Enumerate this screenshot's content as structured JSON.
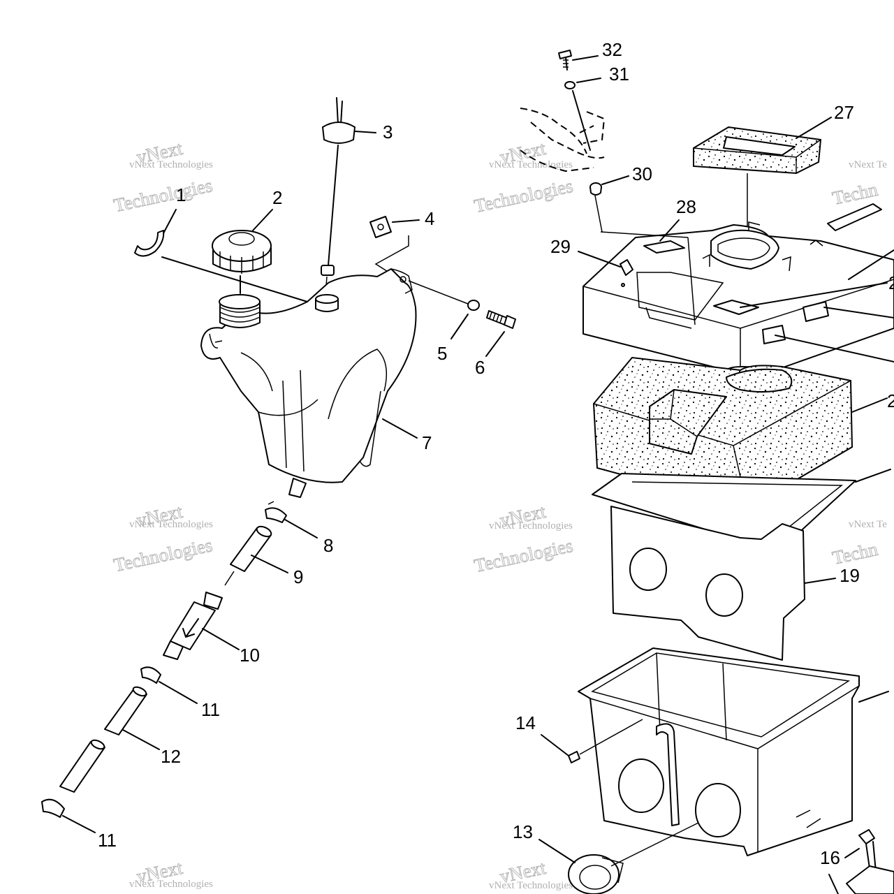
{
  "parts": {
    "p1": "1",
    "p2": "2",
    "p3": "3",
    "p4": "4",
    "p5": "5",
    "p6": "6",
    "p7": "7",
    "p8": "8",
    "p9": "9",
    "p10": "10",
    "p11a": "11",
    "p11b": "11",
    "p12": "12",
    "p13": "13",
    "p14": "14",
    "p16": "16",
    "p19": "19",
    "p27": "27",
    "p28": "28",
    "p29": "29",
    "p30": "30",
    "p31": "31",
    "p32": "32",
    "edge2a": "2",
    "edge2b": "2"
  },
  "watermark": {
    "brand": "vNext",
    "line1": "vNext Technologies",
    "line2": "Technologies",
    "partial": "vNext Te",
    "partial2": "Techn"
  }
}
